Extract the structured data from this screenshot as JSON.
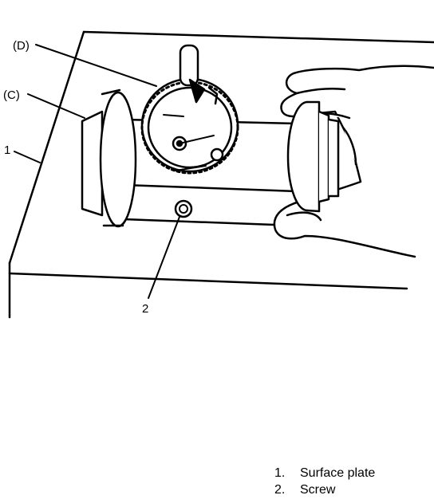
{
  "callouts": {
    "d": "(D)",
    "c": "(C)",
    "one": "1",
    "two": "2"
  },
  "legend": {
    "items": [
      {
        "number": "1.",
        "text": "Surface plate"
      },
      {
        "number": "2.",
        "text": "Screw"
      }
    ]
  }
}
